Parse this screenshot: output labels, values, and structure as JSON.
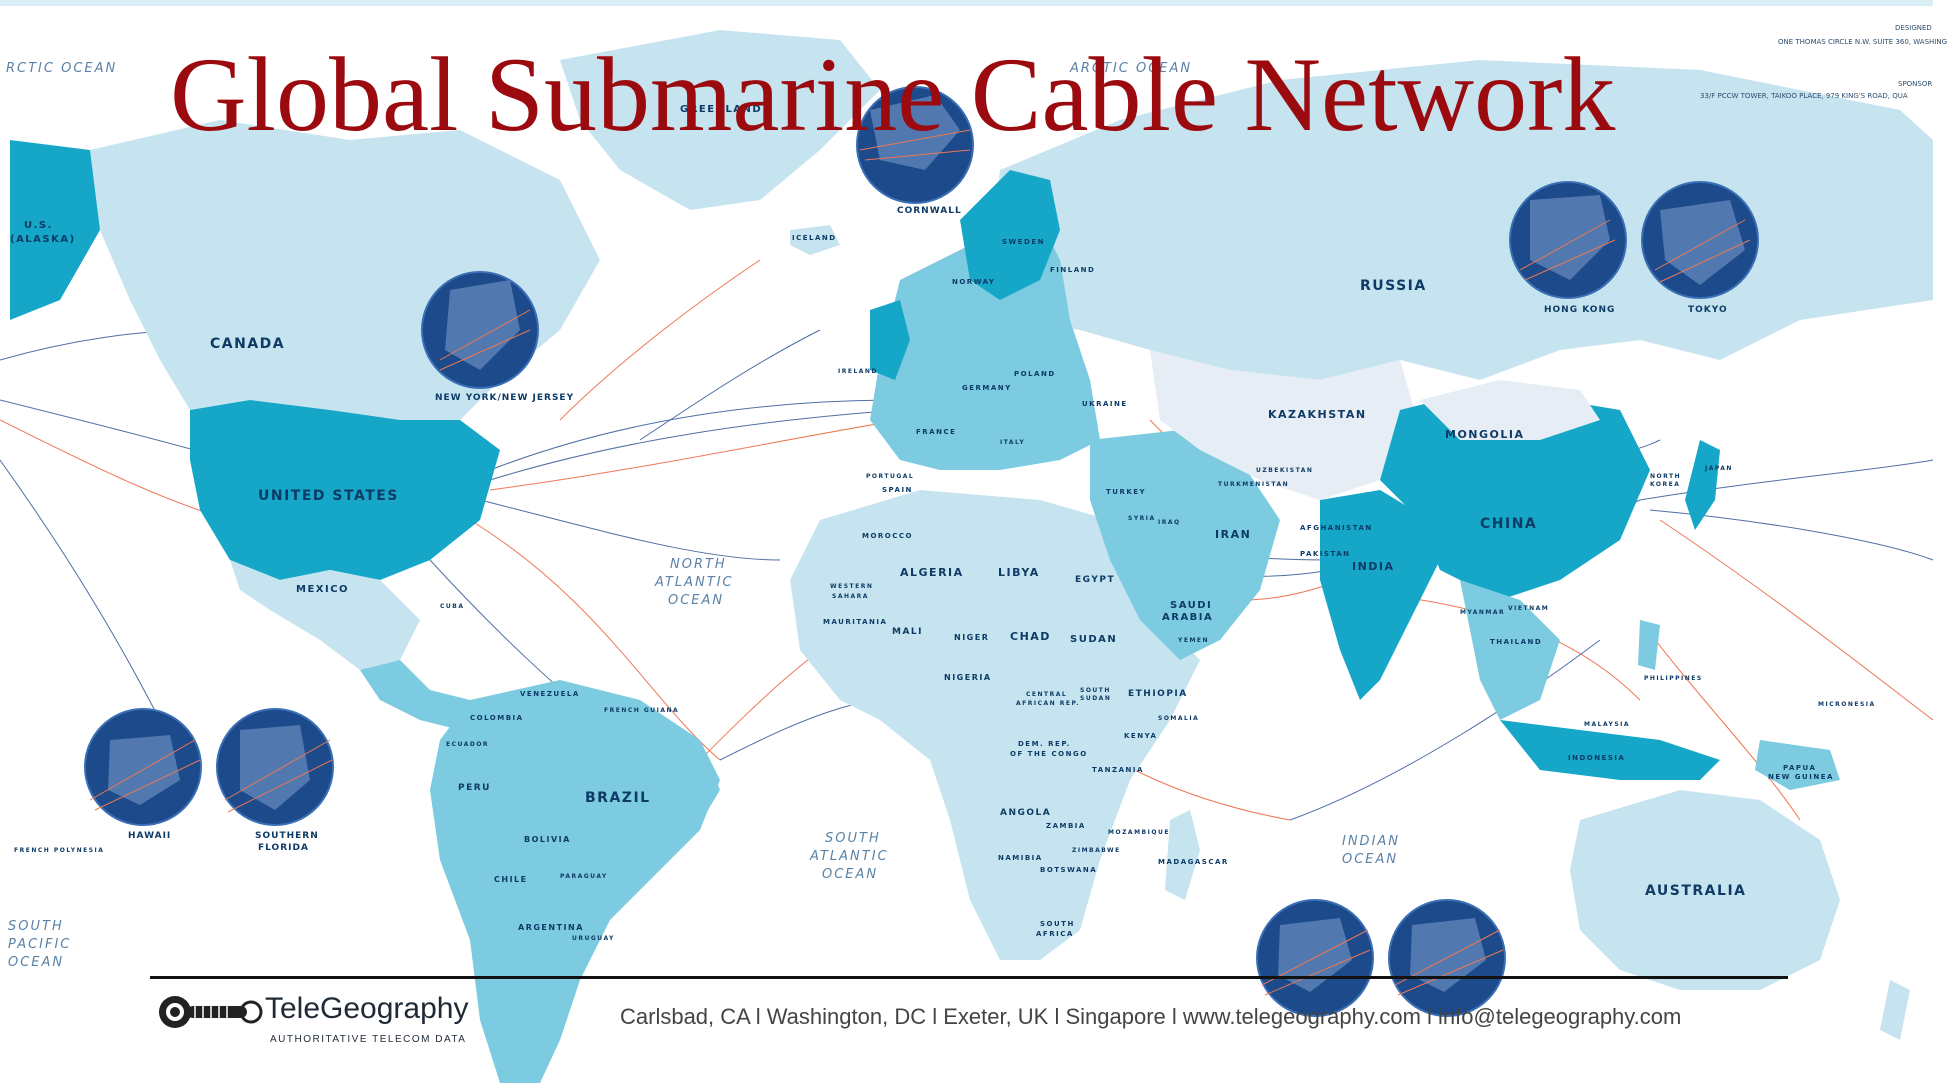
{
  "title": "Global Submarine Cable Network",
  "footer": {
    "logo_name": "TeleGeography",
    "logo_tagline": "AUTHORITATIVE TELECOM DATA",
    "contact": "Carlsbad, CA l Washington, DC l Exeter, UK l Singapore l www.telegeography.com l info@telegeography.com"
  },
  "corner": {
    "designed": "DESIGNED",
    "address": "ONE THOMAS CIRCLE N.W. SUITE 360, WASHING",
    "sponsor": "SPONSOR",
    "sponsor_addr": "33/F PCCW TOWER, TAIKOO PLACE, 979 KING'S ROAD, QUA"
  },
  "colors": {
    "ocean": "#ffffff",
    "land_light": "#c5e4ef",
    "land_mid": "#7ccbe0",
    "land_dark": "#16a7c8",
    "land_pale": "#e6edf5",
    "cable_blue": "#4f6fa3",
    "cable_orange": "#ee7755",
    "title_red": "#9b0a0f",
    "inset_navy": "#1c4a8a"
  },
  "oceans": [
    {
      "name": "RCTIC OCEAN"
    },
    {
      "name": "ARCTIC OCEAN"
    },
    {
      "name": "NORTH"
    },
    {
      "name": "ATLANTIC"
    },
    {
      "name": "OCEAN"
    },
    {
      "name": "SOUTH"
    },
    {
      "name": "ATLANTIC"
    },
    {
      "name": "OCEAN"
    },
    {
      "name": "INDIAN"
    },
    {
      "name": "OCEAN"
    },
    {
      "name": "SOUTH"
    },
    {
      "name": "PACIFIC"
    },
    {
      "name": "OCEAN"
    }
  ],
  "countries": [
    {
      "name": "RUSSIA"
    },
    {
      "name": "CANADA"
    },
    {
      "name": "UNITED STATES"
    },
    {
      "name": "CHINA"
    },
    {
      "name": "BRAZIL"
    },
    {
      "name": "AUSTRALIA"
    },
    {
      "name": "KAZAKHSTAN"
    },
    {
      "name": "MONGOLIA"
    },
    {
      "name": "INDIA"
    },
    {
      "name": "ALGERIA"
    },
    {
      "name": "LIBYA"
    },
    {
      "name": "EGYPT"
    },
    {
      "name": "SAUDI"
    },
    {
      "name": "ARABIA"
    },
    {
      "name": "IRAN"
    },
    {
      "name": "MEXICO"
    },
    {
      "name": "CHAD"
    },
    {
      "name": "SUDAN"
    },
    {
      "name": "MALI"
    },
    {
      "name": "NIGER"
    },
    {
      "name": "NIGERIA"
    },
    {
      "name": "ANGOLA"
    },
    {
      "name": "ETHIOPIA"
    },
    {
      "name": "PERU"
    },
    {
      "name": "BOLIVIA"
    },
    {
      "name": "ARGENTINA"
    },
    {
      "name": "COLOMBIA"
    },
    {
      "name": "VENEZUELA"
    },
    {
      "name": "CHILE"
    },
    {
      "name": "SWEDEN"
    },
    {
      "name": "FINLAND"
    },
    {
      "name": "NORWAY"
    },
    {
      "name": "UKRAINE"
    },
    {
      "name": "FRANCE"
    },
    {
      "name": "SPAIN"
    },
    {
      "name": "GERMANY"
    },
    {
      "name": "POLAND"
    },
    {
      "name": "TURKEY"
    },
    {
      "name": "ICELAND"
    },
    {
      "name": "INDONESIA"
    },
    {
      "name": "MADAGASCAR"
    },
    {
      "name": "NAMIBIA"
    },
    {
      "name": "BOTSWANA"
    },
    {
      "name": "ZAMBIA"
    },
    {
      "name": "TANZANIA"
    },
    {
      "name": "KENYA"
    },
    {
      "name": "MAURITANIA"
    },
    {
      "name": "MOROCCO"
    },
    {
      "name": "PAKISTAN"
    },
    {
      "name": "AFGHANISTAN"
    },
    {
      "name": "THAILAND"
    },
    {
      "name": "MYANMAR"
    },
    {
      "name": "NORTH"
    },
    {
      "name": "KOREA"
    },
    {
      "name": "JAPAN"
    },
    {
      "name": "PAPUA"
    },
    {
      "name": "NEW GUINEA"
    },
    {
      "name": "U.S."
    },
    {
      "name": "(ALASKA)"
    },
    {
      "name": "IRELAND"
    },
    {
      "name": "PORTUGAL"
    },
    {
      "name": "ITALY"
    },
    {
      "name": "IRAQ"
    },
    {
      "name": "SYRIA"
    },
    {
      "name": "TURKMENISTAN"
    },
    {
      "name": "UZBEKISTAN"
    },
    {
      "name": "SOUTH"
    },
    {
      "name": "AFRICA"
    },
    {
      "name": "MOZAMBIQUE"
    },
    {
      "name": "ZIMBABWE"
    },
    {
      "name": "DEM. REP."
    },
    {
      "name": "OF THE CONGO"
    },
    {
      "name": "CENTRAL"
    },
    {
      "name": "AFRICAN REP."
    },
    {
      "name": "SOUTH"
    },
    {
      "name": "SUDAN"
    },
    {
      "name": "WESTERN"
    },
    {
      "name": "SAHARA"
    },
    {
      "name": "PHILIPPINES"
    },
    {
      "name": "MALAYSIA"
    },
    {
      "name": "VIETNAM"
    },
    {
      "name": "CUBA"
    },
    {
      "name": "FRENCH GUIANA"
    },
    {
      "name": "ECUADOR"
    },
    {
      "name": "PARAGUAY"
    },
    {
      "name": "URUGUAY"
    },
    {
      "name": "FRENCH POLYNESIA"
    },
    {
      "name": "MICRONESIA"
    },
    {
      "name": "YEMEN"
    },
    {
      "name": "SOMALIA"
    },
    {
      "name": "GREENLAND"
    }
  ],
  "insets": [
    {
      "label": "CORNWALL"
    },
    {
      "label": "NEW YORK/NEW JERSEY"
    },
    {
      "label": "HONG KONG"
    },
    {
      "label": "TOKYO"
    },
    {
      "label": "HAWAII"
    },
    {
      "label": "SOUTHERN"
    },
    {
      "label": "FLORIDA"
    }
  ]
}
